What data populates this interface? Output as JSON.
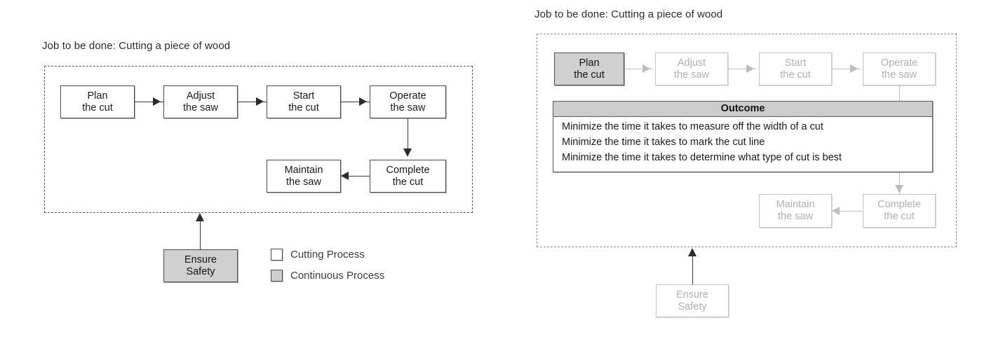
{
  "left_diagram": {
    "title": "Job to be done: Cutting a piece of wood",
    "steps": [
      {
        "id": "plan",
        "line1": "Plan",
        "line2": "the cut"
      },
      {
        "id": "adjust",
        "line1": "Adjust",
        "line2": "the saw"
      },
      {
        "id": "start",
        "line1": "Start",
        "line2": "the cut"
      },
      {
        "id": "operate",
        "line1": "Operate",
        "line2": "the saw"
      },
      {
        "id": "complete",
        "line1": "Complete",
        "line2": "the cut"
      },
      {
        "id": "maintain",
        "line1": "Maintain",
        "line2": "the saw"
      }
    ],
    "continuous": {
      "id": "safety",
      "line1": "Ensure",
      "line2": "Safety"
    },
    "legend": [
      {
        "label": "Cutting Process",
        "swatch": "white",
        "color": "#ffffff"
      },
      {
        "label": "Continuous Process",
        "swatch": "gray",
        "color": "#cfcfcf"
      }
    ]
  },
  "right_diagram": {
    "title": "Job to be done: Cutting a piece of wood",
    "steps": [
      {
        "id": "plan",
        "line1": "Plan",
        "line2": "the cut",
        "state": "highlighted"
      },
      {
        "id": "adjust",
        "line1": "Adjust",
        "line2": "the saw",
        "state": "faded"
      },
      {
        "id": "start",
        "line1": "Start",
        "line2": "the cut",
        "state": "faded"
      },
      {
        "id": "operate",
        "line1": "Operate",
        "line2": "the saw",
        "state": "faded"
      },
      {
        "id": "complete",
        "line1": "Complete",
        "line2": "the cut",
        "state": "faded"
      },
      {
        "id": "maintain",
        "line1": "Maintain",
        "line2": "the saw",
        "state": "faded"
      }
    ],
    "continuous": {
      "id": "safety",
      "line1": "Ensure",
      "line2": "Safety",
      "state": "faded"
    },
    "outcome": {
      "header": "Outcome",
      "rows": [
        "Minimize the time it takes to measure off the width of a cut",
        "Minimize the time it takes to mark the cut line",
        "Minimize the time it takes to determine what type of cut is best"
      ]
    }
  },
  "colors": {
    "highlight_fill": "#cccccc",
    "box_border": "#4a4a4a",
    "faded_border": "#c3c3c3",
    "faded_text": "#b0b0b0",
    "text": "#1a1a1a"
  }
}
